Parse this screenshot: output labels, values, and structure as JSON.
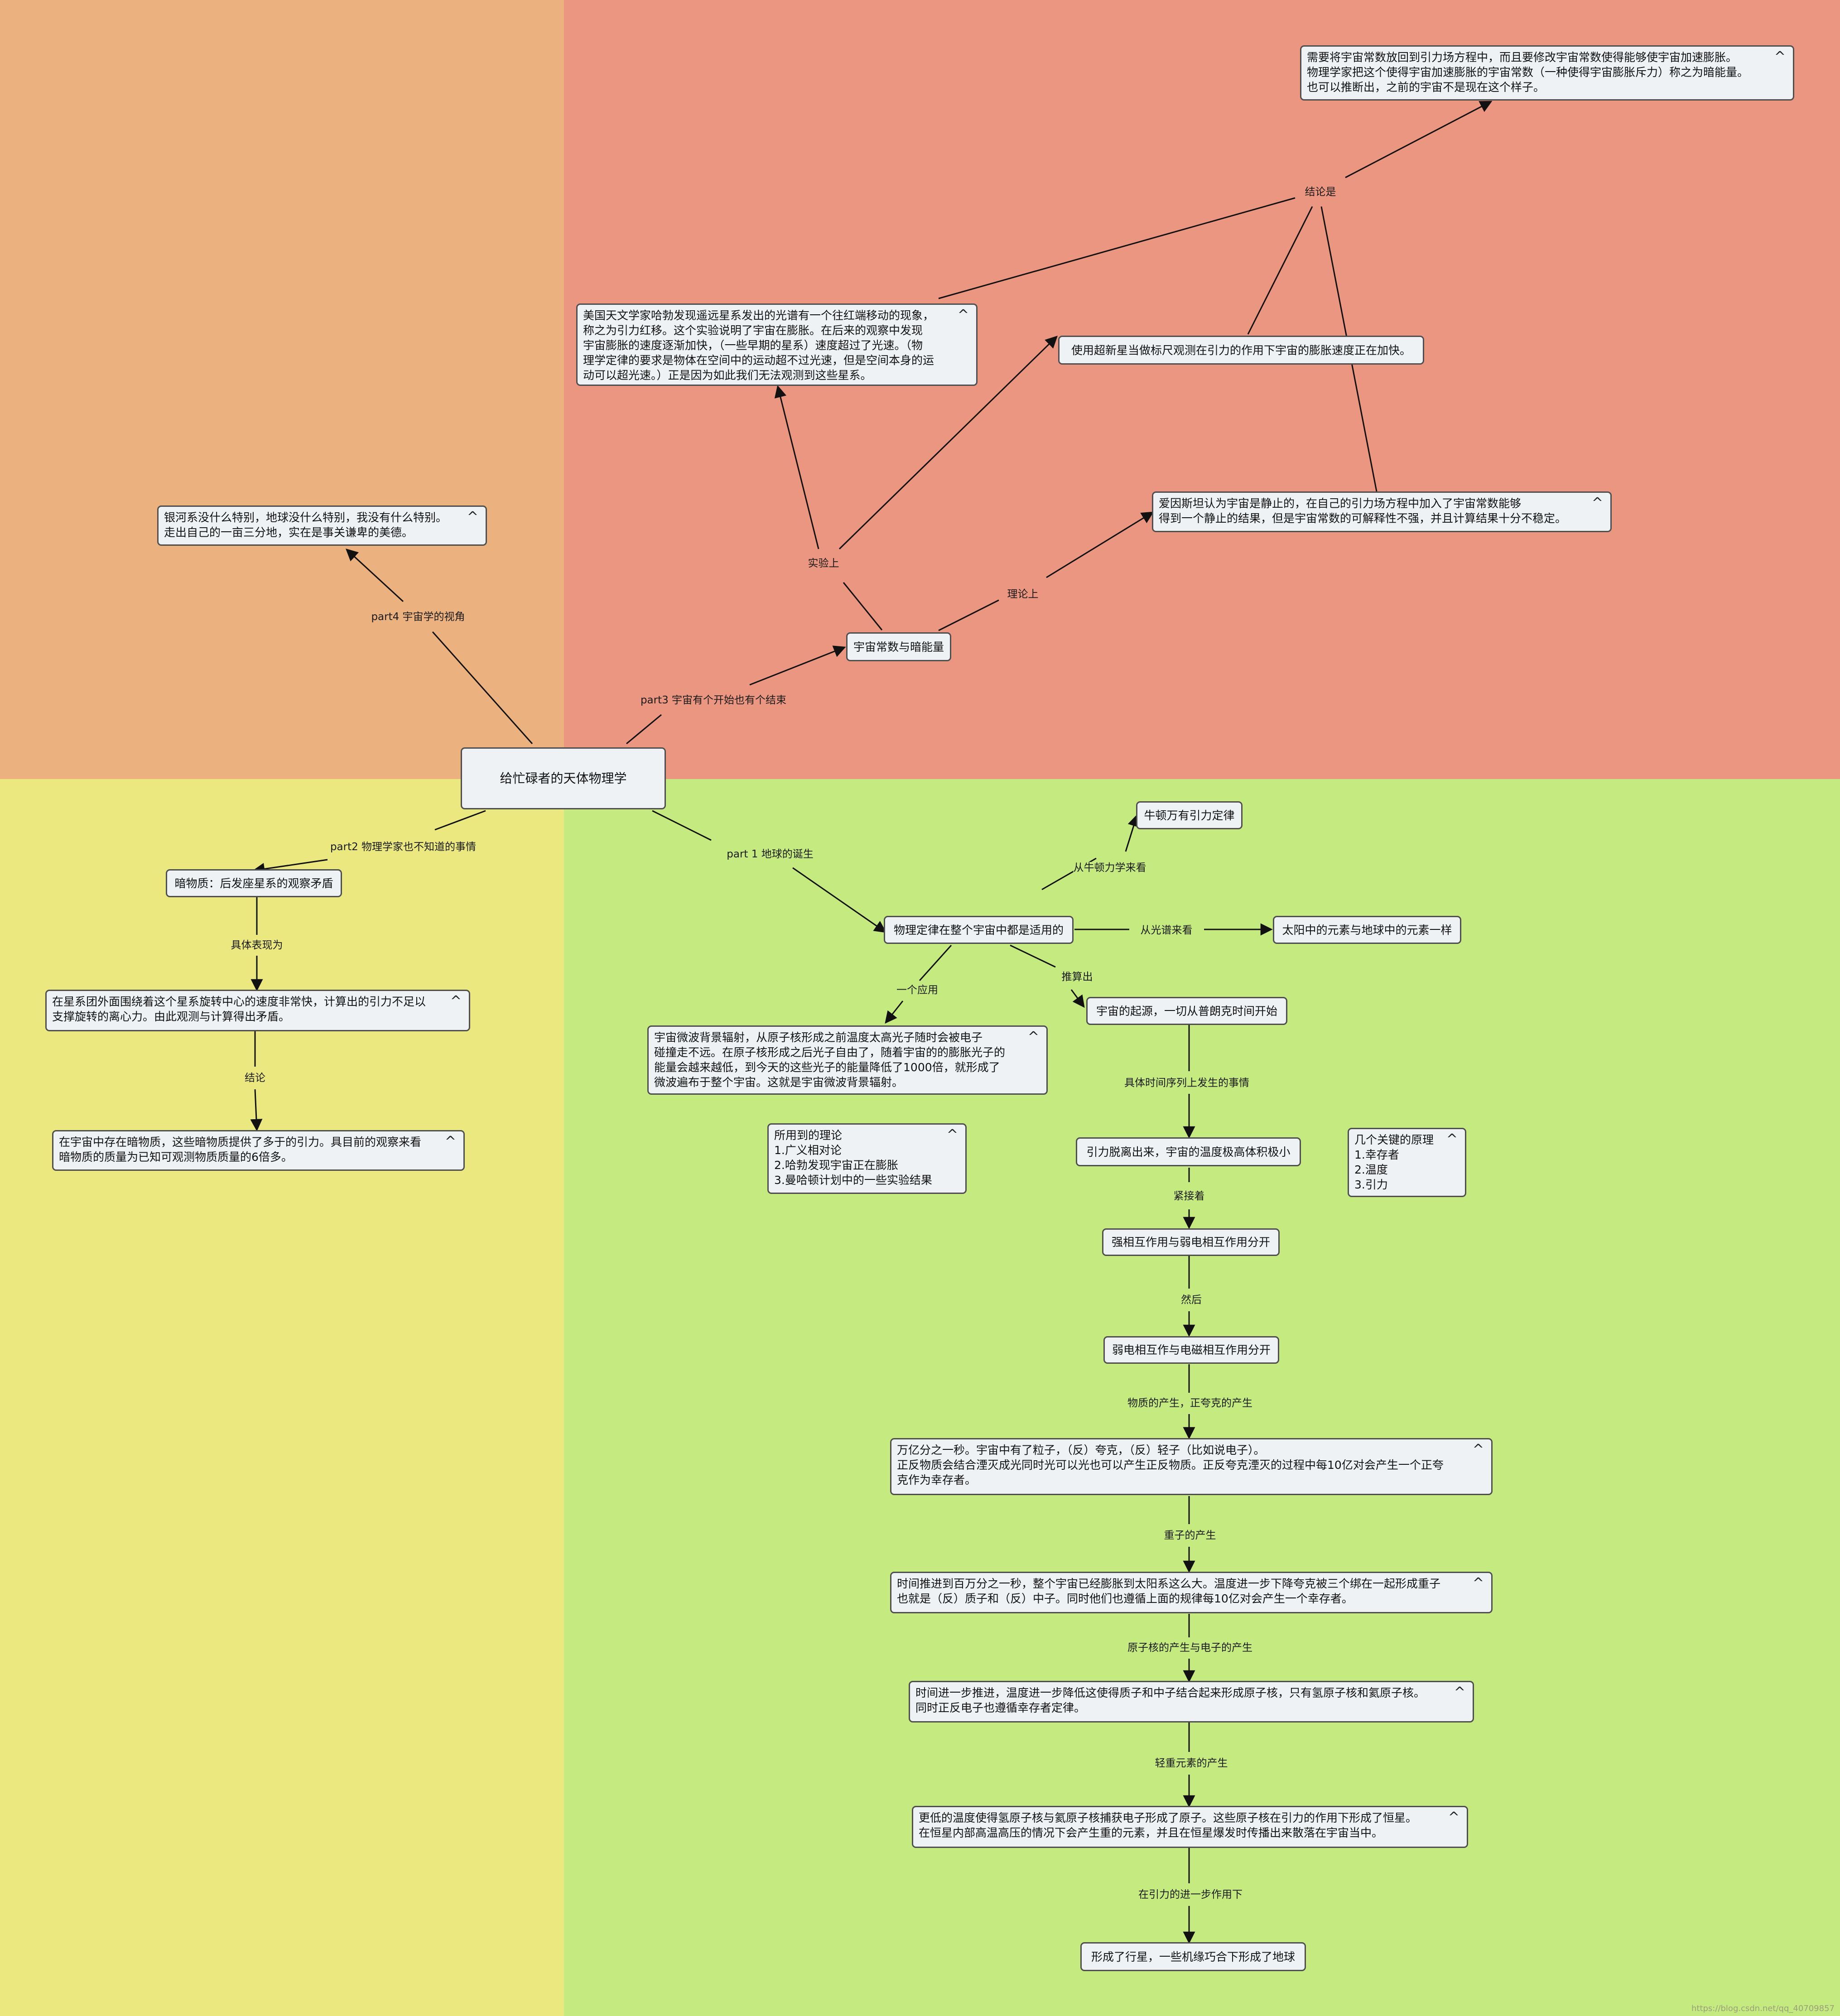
{
  "nodes": {
    "root": "给忙碌者的天体物理学",
    "p4_galaxy": "银河系没什么特别，地球没什么特别，我没有什么特别。\n走出自己的一亩三分地，实在是事关谦卑的美德。",
    "p3_cosmo": "宇宙常数与暗能量",
    "p3_hubble": "美国天文学家哈勃发现遥远星系发出的光谱有一个往红端移动的现象，\n称之为引力红移。这个实验说明了宇宙在膨胀。在后来的观察中发现\n宇宙膨胀的速度逐渐加快，（一些早期的星系）速度超过了光速。（物\n理学定律的要求是物体在空间中的运动超不过光速，但是空间本身的运\n动可以超光速。）正是因为如此我们无法观测到这些星系。",
    "p3_supernova": "使用超新星当做标尺观测在引力的作用下宇宙的膨胀速度正在加快。",
    "p3_einstein": "爱因斯坦认为宇宙是静止的，在自己的引力场方程中加入了宇宙常数能够\n得到一个静止的结果，但是宇宙常数的可解释性不强，并且计算结果十分不稳定。",
    "p3_conclusion": "需要将宇宙常数放回到引力场方程中，而且要修改宇宙常数使得能够使宇宙加速膨胀。\n物理学家把这个使得宇宙加速膨胀的宇宙常数（一种使得宇宙膨胀斥力）称之为暗能量。\n也可以推断出，之前的宇宙不是现在这个样子。",
    "p2_dark": "暗物质：后发座星系的观察矛盾",
    "p2_cluster": "在星系团外面围绕着这个星系旋转中心的速度非常快，计算出的引力不足以\n支撑旋转的离心力。由此观测与计算得出矛盾。",
    "p2_result": "在宇宙中存在暗物质，这些暗物质提供了多于的引力。具目前的观察来看\n暗物质的质量为已知可观测物质质量的6倍多。",
    "p1_laws": "物理定律在整个宇宙中都是适用的",
    "p1_newton": "牛顿万有引力定律",
    "p1_sun": "太阳中的元素与地球中的元素一样",
    "p1_cmb": "宇宙微波背景辐射，从原子核形成之前温度太高光子随时会被电子\n碰撞走不远。在原子核形成之后光子自由了，随着宇宙的的膨胀光子的\n能量会越来越低，到今天的这些光子的能量降低了1000倍，就形成了\n微波遍布于整个宇宙。这就是宇宙微波背景辐射。",
    "p1_theories": "所用到的理论\n1.广义相对论\n2.哈勃发现宇宙正在膨胀\n3.曼哈顿计划中的一些实验结果",
    "p1_origin": "宇宙的起源，一切从普朗克时间开始",
    "p1_principles": "几个关键的原理\n1.幸存者\n2.温度\n3.引力",
    "p1_gravity": "引力脱离出来，宇宙的温度极高体积极小",
    "p1_strong": "强相互作用与弱电相互作用分开",
    "p1_weak": "弱电相互作与电磁相互作用分开",
    "p1_quark": "万亿分之一秒。宇宙中有了粒子，（反）夸克，（反）轻子（比如说电子）。\n正反物质会结合湮灭成光同时光可以光也可以产生正反物质。正反夸克湮灭的过程中每10亿对会产生一个正夸\n克作为幸存者。",
    "p1_hadron": "时间推进到百万分之一秒，整个宇宙已经膨胀到太阳系这么大。温度进一步下降夸克被三个绑在一起形成重子\n也就是（反）质子和（反）中子。同时他们也遵循上面的规律每10亿对会产生一个幸存者。",
    "p1_nucleus": "时间进一步推进，温度进一步降低这使得质子和中子结合起来形成原子核，只有氢原子核和氦原子核。\n同时正反电子也遵循幸存者定律。",
    "p1_atoms": "更低的温度使得氢原子核与氦原子核捕获电子形成了原子。这些原子核在引力的作用下形成了恒星。\n在恒星内部高温高压的情况下会产生重的元素，并且在恒星爆发时传播出来散落在宇宙当中。",
    "p1_earth": "形成了行星，一些机缘巧合下形成了地球"
  },
  "edge_labels": {
    "part4": "part4 宇宙学的视角",
    "part3": "part3 宇宙有个开始也有个结束",
    "part2": "part2 物理学家也不知道的事情",
    "part1": "part 1 地球的诞生",
    "experiment": "实验上",
    "theory": "理论上",
    "conclusion": "结论是",
    "manifest": "具体表现为",
    "result": "结论",
    "newton_view": "从牛顿力学来看",
    "spectrum_view": "从光谱来看",
    "deduce": "推算出",
    "application": "一个应用",
    "timeline": "具体时间序列上发生的事情",
    "next": "紧接着",
    "then": "然后",
    "matter": "物质的产生，正夸克的产生",
    "baryon": "重子的产生",
    "nucleus_electron": "原子核的产生与电子的产生",
    "light_elements": "轻重元素的产生",
    "further_gravity": "在引力的进一步作用下"
  },
  "colors": {
    "top_left": "#ebb27f",
    "top_right": "#eb9680",
    "bottom_left": "#ebe880",
    "bottom_right": "#c5ea80",
    "node_fill": "#eef2f5",
    "node_border": "#4f4f4f"
  },
  "icons": {
    "collapse": "chevron-up-icon"
  },
  "watermark": "https://blog.csdn.net/qq_40709857"
}
